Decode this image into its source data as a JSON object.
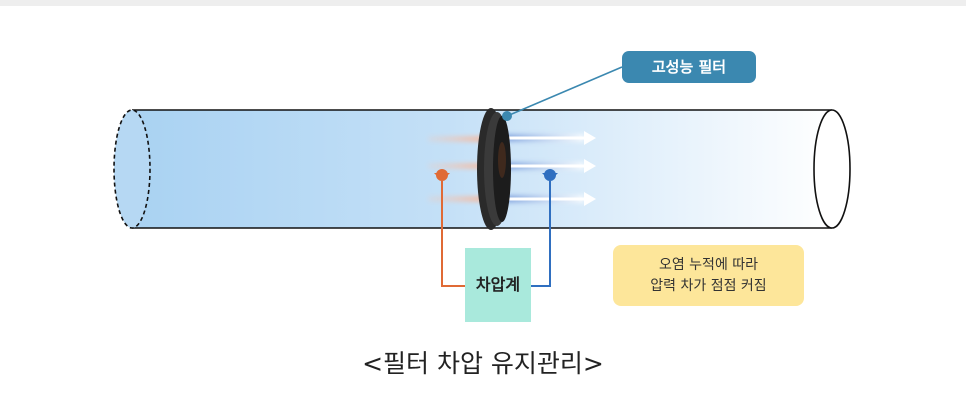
{
  "labels": {
    "filter": "고성능 필터",
    "gauge": "차압계",
    "note_line1": "오염 누적에 따라",
    "note_line2": "압력 차가 점점 커짐",
    "caption": "<필터 차압 유지관리>"
  },
  "colors": {
    "pipe_start": "#a9d2f2",
    "pipe_end": "#ffffff",
    "filter_label_bg": "#3b88b0",
    "inlet_tap": "#e06a35",
    "outlet_tap": "#2f6fc0",
    "gauge_bg": "#a9e9dc",
    "note_bg": "#fde69a"
  }
}
